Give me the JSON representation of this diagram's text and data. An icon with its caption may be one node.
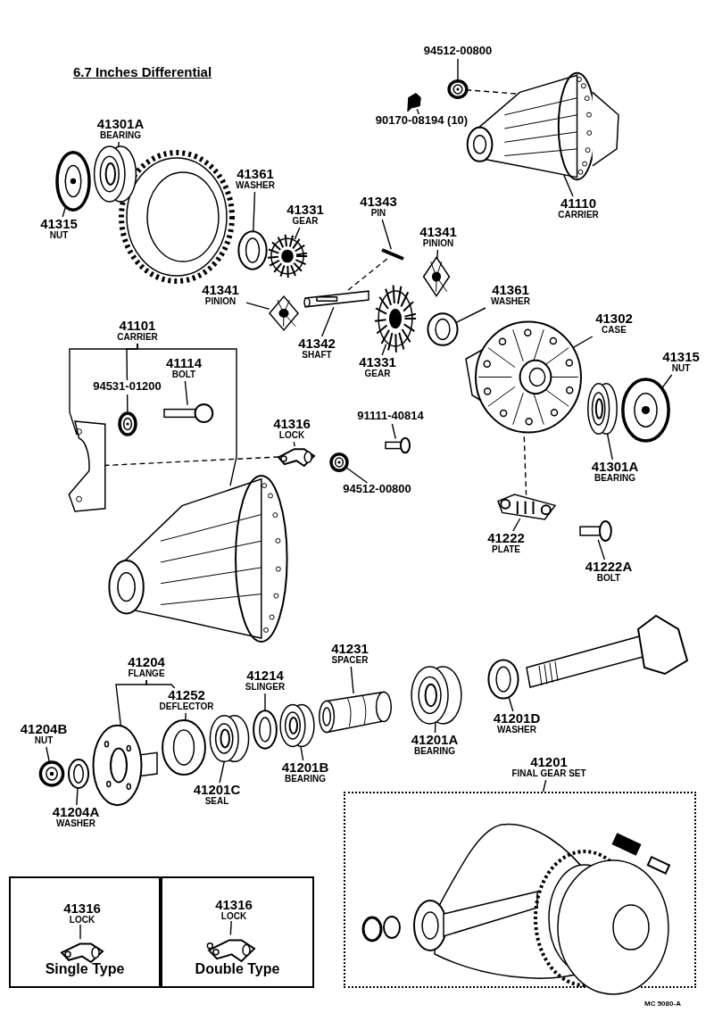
{
  "diagram": {
    "title": "6.7 Inches Differential",
    "nodes": [
      {
        "text": [
          "41301A",
          "BEARING"
        ]
      },
      {
        "text": [],
        "shape": "picture"
      },
      {
        "text": [
          "41315",
          "NUT"
        ]
      },
      {
        "text": [],
        "shape": "picture"
      },
      {
        "text": [
          "41361",
          "WASHER"
        ]
      },
      {
        "text": [],
        "shape": "picture"
      },
      {
        "text": [
          "41331",
          "GEAR"
        ]
      },
      {
        "text": [],
        "shape": "picture"
      },
      {
        "text": [
          "94512-00800"
        ]
      },
      {
        "text": [],
        "shape": "picture"
      },
      {
        "text": [
          "90170-08194 (10)"
        ]
      },
      {
        "text": [],
        "shape": "picture"
      },
      {
        "text": [
          "41110",
          "CARRIER"
        ]
      },
      {
        "text": [],
        "shape": "picture"
      },
      {
        "text": [
          "41343",
          "PIN"
        ]
      },
      {
        "text": [],
        "shape": "picture"
      },
      {
        "text": [
          "41341",
          "PINION"
        ]
      },
      {
        "text": [],
        "shape": "picture"
      },
      {
        "text": [
          "41341",
          "PINION"
        ]
      },
      {
        "text": [],
        "shape": "picture"
      },
      {
        "text": [
          "41342",
          "SHAFT"
        ]
      },
      {
        "text": [],
        "shape": "picture"
      },
      {
        "text": [
          "41331",
          "GEAR"
        ]
      },
      {
        "text": [],
        "shape": "picture"
      },
      {
        "text": [
          "41361",
          "WASHER"
        ]
      },
      {
        "text": [],
        "shape": "picture"
      },
      {
        "text": [
          "41302",
          "CASE"
        ]
      },
      {
        "text": [],
        "shape": "picture"
      },
      {
        "text": [
          "41315",
          "NUT"
        ]
      },
      {
        "text": [],
        "shape": "picture"
      },
      {
        "text": [
          "41301A",
          "BEARING"
        ]
      },
      {
        "text": [],
        "shape": "picture"
      },
      {
        "text": [
          "41101",
          "CARRIER"
        ]
      },
      {
        "text": [],
        "shape": "picture"
      },
      {
        "text": [],
        "shape": "picture"
      },
      {
        "text": [
          "41114",
          "BOLT"
        ]
      },
      {
        "text": [],
        "shape": "picture"
      },
      {
        "text": [
          "94531-01200"
        ]
      },
      {
        "text": [],
        "shape": "picture"
      },
      {
        "text": [
          "41316",
          "LOCK"
        ]
      },
      {
        "text": [],
        "shape": "picture"
      },
      {
        "text": [
          "91111-40814"
        ]
      },
      {
        "text": [],
        "shape": "picture"
      },
      {
        "text": [
          "94512-00800"
        ]
      },
      {
        "text": [],
        "shape": "picture"
      },
      {
        "text": [
          "41222",
          "PLATE"
        ]
      },
      {
        "text": [],
        "shape": "picture"
      },
      {
        "text": [
          "41222A",
          "BOLT"
        ]
      },
      {
        "text": [],
        "shape": "picture"
      },
      {
        "text": [
          "41231",
          "SPACER"
        ]
      },
      {
        "text": [],
        "shape": "picture"
      },
      {
        "text": [],
        "shape": "picture"
      },
      {
        "text": [
          "41201A",
          "BEARING"
        ]
      },
      {
        "text": [
          "41201D",
          "WASHER"
        ]
      },
      {
        "text": [],
        "shape": "picture"
      },
      {
        "text": [
          "41204",
          "FLANGE"
        ]
      },
      {
        "text": [],
        "shape": "picture"
      },
      {
        "text": [
          "41252",
          "DEFLECTOR"
        ]
      },
      {
        "text": [],
        "shape": "picture"
      },
      {
        "text": [
          "41214",
          "SLINGER"
        ]
      },
      {
        "text": [],
        "shape": "picture"
      },
      {
        "text": [],
        "shape": "picture"
      },
      {
        "text": [
          "41201B",
          "BEARING"
        ]
      },
      {
        "text": [],
        "shape": "picture"
      },
      {
        "text": [
          "41201C",
          "SEAL"
        ]
      },
      {
        "text": [
          "41204B",
          "NUT"
        ]
      },
      {
        "text": [],
        "shape": "picture"
      },
      {
        "text": [
          "41204A",
          "WASHER"
        ]
      },
      {
        "text": [],
        "shape": "picture"
      },
      {
        "text": [
          "41201",
          "FINAL GEAR SET"
        ]
      },
      {
        "text": [],
        "shape": "box"
      },
      {
        "text": [
          "Single Type"
        ]
      },
      {
        "text": [
          "41316",
          "LOCK"
        ],
        "in": 71
      },
      {
        "text": [],
        "shape": "picture",
        "in": 71
      },
      {
        "text": [
          "Double Type"
        ]
      },
      {
        "text": [
          "41316",
          "LOCK"
        ],
        "in": 74
      },
      {
        "text": [],
        "shape": "picture",
        "in": 74
      }
    ],
    "edges": [
      {
        "from": 0,
        "to": 1,
        "arrow": "none"
      },
      {
        "from": 2,
        "to": 3,
        "arrow": "none"
      },
      {
        "from": 4,
        "to": 5,
        "arrow": "none"
      },
      {
        "from": 6,
        "to": 7,
        "arrow": "none"
      },
      {
        "from": 8,
        "to": 9,
        "arrow": "none"
      },
      {
        "from": 10,
        "to": 11,
        "arrow": "none"
      },
      {
        "from": 12,
        "to": 13,
        "arrow": "none"
      },
      {
        "from": 14,
        "to": 15,
        "arrow": "none"
      },
      {
        "from": 16,
        "to": 17,
        "arrow": "none"
      },
      {
        "from": 18,
        "to": 19,
        "arrow": "none"
      },
      {
        "from": 20,
        "to": 21,
        "arrow": "none"
      },
      {
        "from": 22,
        "to": 23,
        "arrow": "none"
      },
      {
        "from": 24,
        "to": 25,
        "arrow": "none"
      },
      {
        "from": 26,
        "to": 27,
        "arrow": "none"
      },
      {
        "from": 28,
        "to": 29,
        "arrow": "none"
      },
      {
        "from": 30,
        "to": 31,
        "arrow": "none"
      },
      {
        "from": 32,
        "to": 33,
        "arrow": "none"
      },
      {
        "from": 32,
        "to": 34,
        "arrow": "none"
      },
      {
        "from": 32,
        "to": 37,
        "arrow": "none"
      },
      {
        "from": 35,
        "to": 36,
        "arrow": "none"
      },
      {
        "from": 37,
        "to": 38,
        "arrow": "none"
      },
      {
        "from": 39,
        "to": 40,
        "arrow": "none"
      },
      {
        "from": 41,
        "to": 42,
        "arrow": "none"
      },
      {
        "from": 43,
        "to": 44,
        "arrow": "none"
      },
      {
        "from": 45,
        "to": 46,
        "arrow": "none"
      },
      {
        "from": 47,
        "to": 48,
        "arrow": "none"
      },
      {
        "from": 49,
        "to": 50,
        "arrow": "none"
      },
      {
        "from": 52,
        "to": 51,
        "arrow": "none"
      },
      {
        "from": 53,
        "to": 54,
        "arrow": "none"
      },
      {
        "from": 55,
        "to": 56,
        "arrow": "none"
      },
      {
        "from": 55,
        "to": 57,
        "arrow": "none"
      },
      {
        "from": 57,
        "to": 58,
        "arrow": "none"
      },
      {
        "from": 59,
        "to": 60,
        "arrow": "none"
      },
      {
        "from": 62,
        "to": 61,
        "arrow": "none"
      },
      {
        "from": 64,
        "to": 63,
        "arrow": "none"
      },
      {
        "from": 65,
        "to": 66,
        "arrow": "none"
      },
      {
        "from": 67,
        "to": 68,
        "arrow": "none"
      },
      {
        "from": 69,
        "to": 70,
        "arrow": "none"
      },
      {
        "from": 72,
        "to": 73,
        "arrow": "none"
      },
      {
        "from": 75,
        "to": 76,
        "arrow": "none"
      },
      {
        "from": 9,
        "to": 13,
        "arrow": "none",
        "style": "dashed"
      },
      {
        "from": 15,
        "to": 21,
        "arrow": "none",
        "style": "dashed"
      },
      {
        "from": 27,
        "to": 46,
        "arrow": "none",
        "style": "dashed"
      },
      {
        "from": 33,
        "to": 40,
        "arrow": "none",
        "style": "dashed"
      }
    ],
    "labels": [
      "MC 5080-A"
    ]
  }
}
